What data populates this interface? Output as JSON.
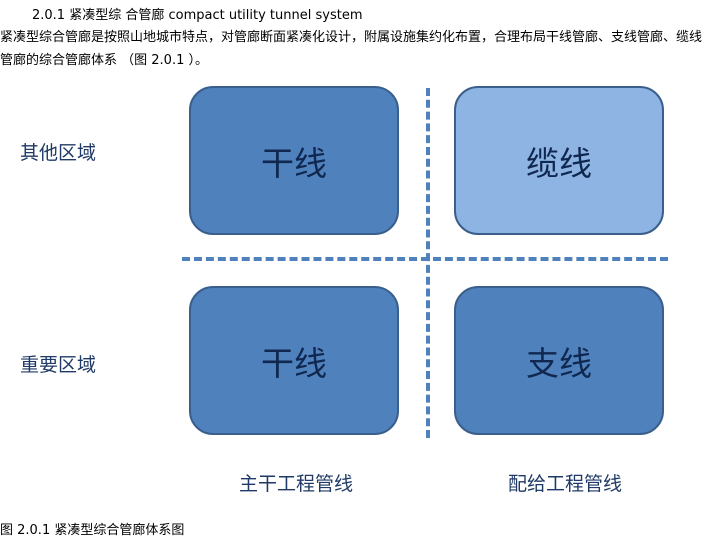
{
  "heading": "2.0.1 紧凑型综 合管廊 compact utility tunnel system",
  "paragraph": "紧凑型综合管廊是按照山地城市特点，对管廊断面紧凑化设计，附属设施集约化布置，合理布局干线管廊、支线管廊、缆线管廊的综合管廊体系 （图 2.0.1 ）。",
  "diagram": {
    "row_labels": [
      "其他区域",
      "重要区域"
    ],
    "column_labels": [
      "主干工程管线",
      "配给工程管线"
    ],
    "boxes": [
      {
        "label": "干线",
        "color": "#4f81bd"
      },
      {
        "label": "缆线",
        "color": "#8eb4e3"
      },
      {
        "label": "干线",
        "color": "#4f81bd"
      },
      {
        "label": "支线",
        "color": "#4f81bd"
      }
    ]
  },
  "caption": "图 2.0.1 紧凑型综合管廊体系图"
}
